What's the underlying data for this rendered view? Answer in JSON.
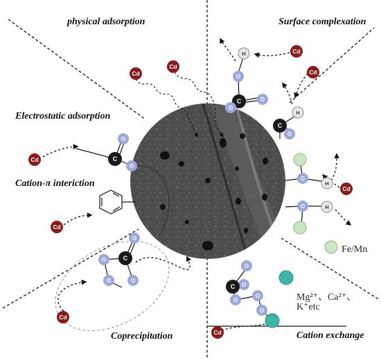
{
  "labels": {
    "physical": "physical adsorption",
    "surface": "Surface complexation",
    "electrostatic": "Electrostatic adsorption",
    "cation_pi": "Cation-π interiction",
    "coprecipitation": "Coprecipitation",
    "cation_exchange": "Cation exchange"
  },
  "legend": {
    "femn": "Fe/Mn",
    "ions_line1": "Mg²⁺、Ca²⁺、",
    "ions_line2": "K⁺etc"
  },
  "atoms": {
    "cd": "Cd",
    "oxygen": "O",
    "carbon": "C",
    "hydrogen": "H"
  },
  "colors": {
    "cd": "#8b1a1a",
    "oxygen": "#9aa8dc",
    "carbon": "#1a1a1a",
    "hydrogen": "#e8e8e8",
    "femn": "#c9e7c0",
    "ion": "#3fb5a8",
    "particle": "#4a4a4a"
  }
}
